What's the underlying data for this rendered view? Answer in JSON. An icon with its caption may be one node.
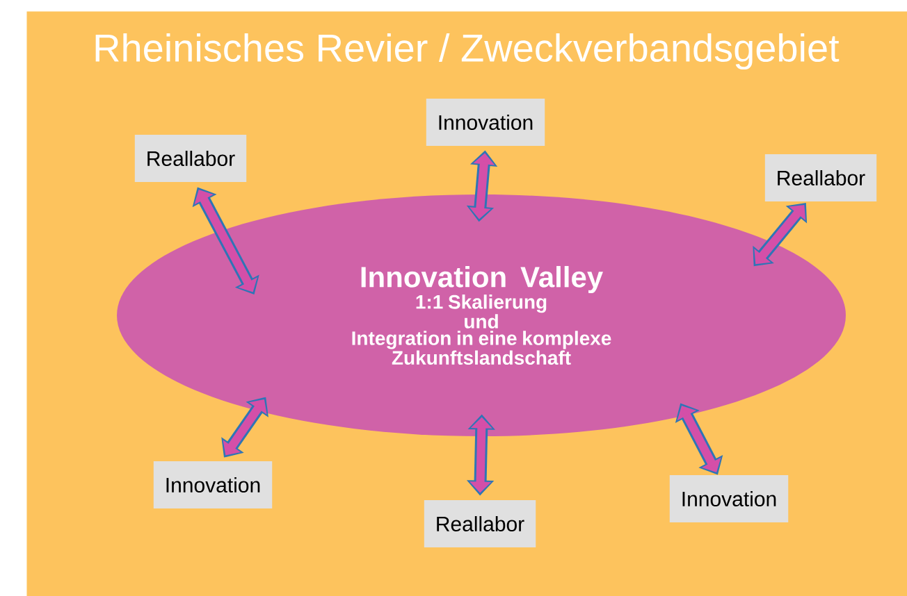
{
  "diagram": {
    "nodes": [
      {
        "text": [
          "Rheinisches Revier / Zweckverbandsgebiet"
        ]
      },
      {
        "text": [
          "Reallabor"
        ],
        "in": 0
      },
      {
        "text": [
          "Innovation"
        ],
        "in": 0
      },
      {
        "text": [
          "Reallabor"
        ],
        "in": 0
      },
      {
        "text": [
          "Innovation Valley",
          "1:1 Skalierung",
          "und",
          "Integration in eine komplexe Zukunftslandschaft"
        ],
        "in": 0
      },
      {
        "text": [
          "Innovation"
        ],
        "in": 0
      },
      {
        "text": [
          "Reallabor"
        ],
        "in": 0
      },
      {
        "text": [
          "Innovation"
        ],
        "in": 0
      }
    ],
    "edges": [
      {
        "from": 1,
        "to": 4,
        "arrow": "both"
      },
      {
        "from": 2,
        "to": 4,
        "arrow": "both"
      },
      {
        "from": 3,
        "to": 4,
        "arrow": "both"
      },
      {
        "from": 5,
        "to": 4,
        "arrow": "both"
      },
      {
        "from": 6,
        "to": 4,
        "arrow": "both"
      },
      {
        "from": 7,
        "to": 4,
        "arrow": "both"
      }
    ]
  }
}
